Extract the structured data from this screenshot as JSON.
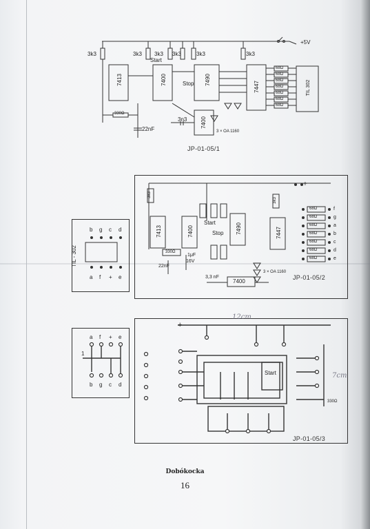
{
  "figures": {
    "schematic": {
      "id": "JP-01-05/1",
      "resistors": [
        "3k3",
        "3k3",
        "3k3",
        "3k3",
        "3k3",
        "330Ω"
      ],
      "segment_resistors": [
        "68Ω",
        "68Ω",
        "68Ω",
        "68Ω",
        "68Ω",
        "68Ω",
        "68Ω"
      ],
      "ics": [
        "7413",
        "7400",
        "7490",
        "7447",
        "7400"
      ],
      "display": "TIL 302",
      "labels": {
        "start": "Start",
        "stop": "Stop",
        "supply": "+5V",
        "cap1": "22nF",
        "cap2": "3n3",
        "diodes": "3 × OA 1160"
      }
    },
    "layout": {
      "id": "JP-01-05/2",
      "ics": [
        "7413",
        "7400",
        "7490",
        "7447",
        "7400"
      ],
      "resistors": [
        "3k3",
        "3k3",
        "3k3",
        "3k3",
        "330Ω",
        "68Ω",
        "68Ω"
      ],
      "segment_resistors": [
        "68Ω",
        "68Ω",
        "68Ω",
        "68Ω",
        "68Ω",
        "68Ω",
        "68Ω"
      ],
      "segments": [
        "f",
        "g",
        "a",
        "b",
        "c",
        "d",
        "e"
      ],
      "labels": {
        "start": "Start",
        "stop": "Stop",
        "cap1": "1μF",
        "volt": "16V",
        "cap2": "22nF",
        "cap3": "3,3 nF",
        "diodes": "3 × OA 1160",
        "plus": "+"
      }
    },
    "display_box": {
      "top_pins": [
        "b",
        "g",
        "c",
        "d"
      ],
      "bottom_pins": [
        "a",
        "f",
        "+",
        "e"
      ],
      "name": "TIL - 302"
    },
    "pcb": {
      "id": "JP-01-05/3",
      "handwritten_top": "12cm",
      "handwritten_side": "7cm",
      "labels": {
        "start": "Start",
        "plus": "+",
        "resistor": "330Ω"
      }
    },
    "connector_box": {
      "top_pins": [
        "a",
        "f",
        "+",
        "e"
      ],
      "bottom_pins": [
        "b",
        "g",
        "c",
        "d"
      ],
      "marker": "1"
    }
  },
  "caption": {
    "title": "Dobókocka",
    "page_number": "16"
  }
}
